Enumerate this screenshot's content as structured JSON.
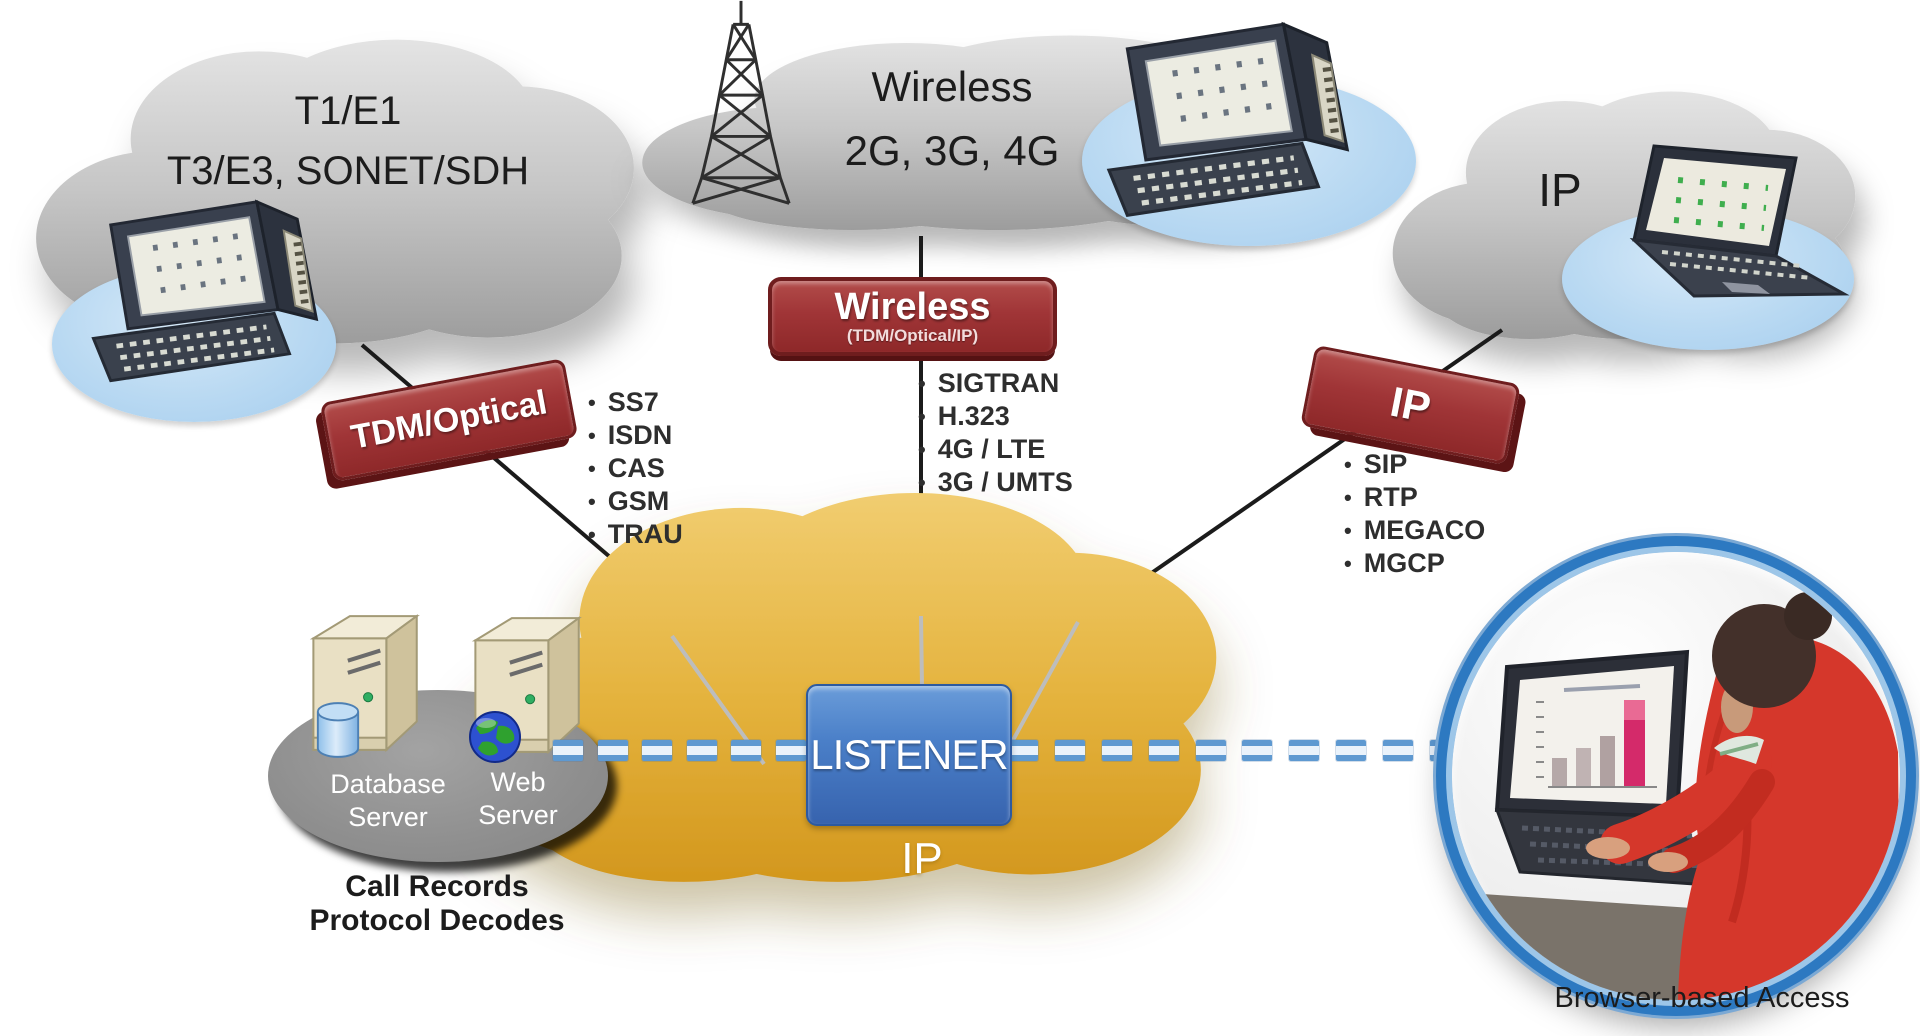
{
  "ui": {
    "bullet": "•"
  },
  "clouds": {
    "tdm": {
      "line1": "T1/E1",
      "line2": "T3/E3, SONET/SDH"
    },
    "wireless": {
      "line1": "Wireless",
      "line2": "2G, 3G, 4G"
    },
    "ip": {
      "label": "IP"
    }
  },
  "tags": {
    "tdm": {
      "title": "TDM/Optical"
    },
    "wireless": {
      "title": "Wireless",
      "subtitle": "(TDM/Optical/IP)"
    },
    "ip": {
      "title": "IP"
    }
  },
  "protocols": {
    "tdm": [
      "SS7",
      "ISDN",
      "CAS",
      "GSM",
      "TRAU"
    ],
    "wireless": [
      "SIGTRAN",
      "H.323",
      "4G / LTE",
      "3G / UMTS"
    ],
    "ip": [
      "SIP",
      "RTP",
      "MEGACO",
      "MGCP"
    ]
  },
  "core": {
    "listener": "LISTENER",
    "cloud_label": "IP"
  },
  "servers": {
    "database": {
      "line1": "Database",
      "line2": "Server"
    },
    "web": {
      "line1": "Web",
      "line2": "Server"
    },
    "caption": {
      "line1": "Call Records",
      "line2": "Protocol Decodes"
    }
  },
  "access": {
    "caption": "Browser-based Access"
  },
  "colors": {
    "tag_red": "#9e3132",
    "listener_blue": "#4579c2",
    "cloud_gold": "#e2ae36",
    "dash_blue": "#5f9bd3",
    "ring_blue": "#2d79c1",
    "cloud_gray": "#bdbdbd"
  }
}
